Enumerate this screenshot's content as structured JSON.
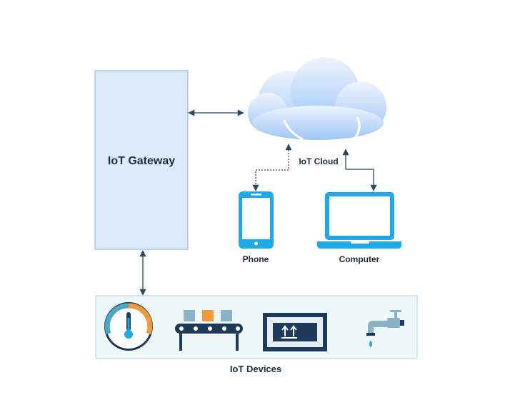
{
  "labels": {
    "gateway": "IoT Gateway",
    "cloud": "IoT Cloud",
    "phone": "Phone",
    "computer": "Computer",
    "devices": "IoT Devices"
  },
  "icons": {
    "devices": [
      "thermometer-gauge-icon",
      "conveyor-belt-icon",
      "package-box-icon",
      "water-faucet-icon"
    ],
    "clients": [
      "smartphone-icon",
      "laptop-icon"
    ]
  },
  "colors": {
    "gateway_fill": "#dce9fb",
    "gateway_stroke": "#8fb3df",
    "devices_fill": "#eef8fa",
    "devices_stroke": "#a9d6e0",
    "device_accent": "#1fa9e8",
    "connector": "#2a4a66",
    "label_text": "#1f2d3d"
  }
}
